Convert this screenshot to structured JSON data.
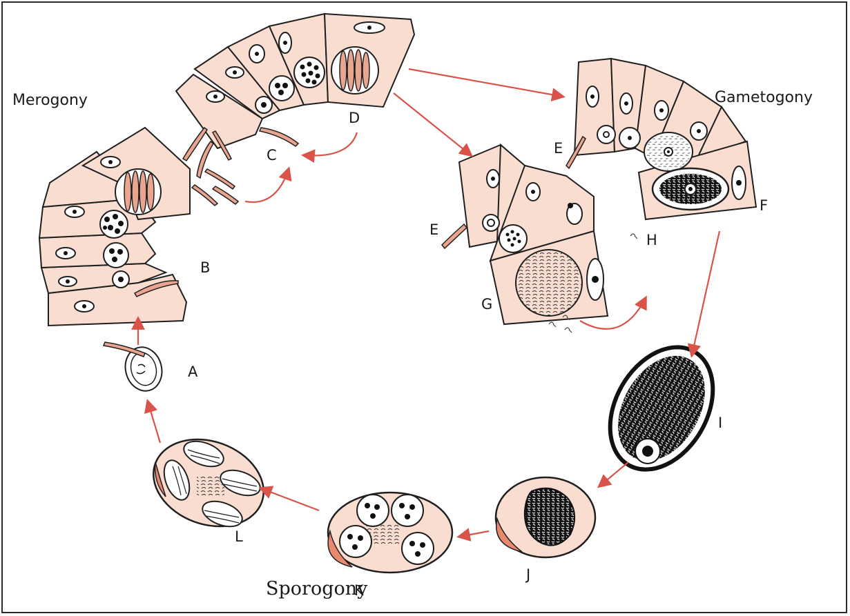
{
  "diagram": {
    "stages": {
      "merogony": "Merogony",
      "gametogony": "Gametogony",
      "sporogony": "Sporogony"
    },
    "labels": {
      "A": "A",
      "B": "B",
      "C": "C",
      "D": "D",
      "E1": "E",
      "E2": "E",
      "F": "F",
      "G": "G",
      "H": "H",
      "I": "I",
      "J": "J",
      "K": "K",
      "L": "L"
    },
    "colors": {
      "cell_fill": "#f9ddd0",
      "arrow": "#d9534a",
      "outline": "#1f1f1f",
      "sporozoite": "#e9a58f"
    }
  }
}
